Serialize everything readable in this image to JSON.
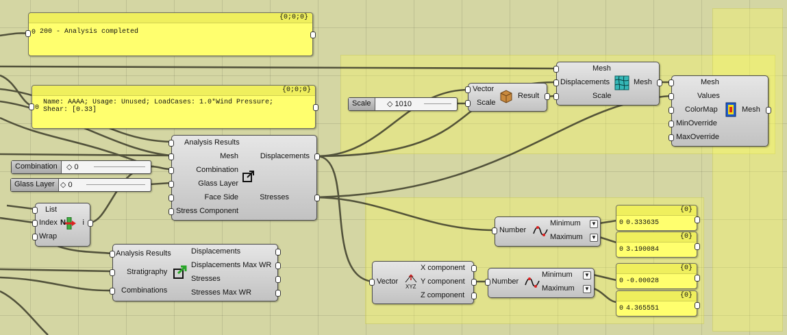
{
  "panels": {
    "status": {
      "header": "{0;0;0}",
      "index": "0",
      "text": "200 - Analysis completed"
    },
    "info": {
      "header": "{0;0;0}",
      "index": "0",
      "text": "Name: AAAA; Usage: Unused; LoadCases: 1.0*Wind Pressure;\nShear: [0.33]"
    },
    "min1": {
      "header": "{0}",
      "index": "0",
      "text": "0.333635"
    },
    "max1": {
      "header": "{0}",
      "index": "0",
      "text": "3.190084"
    },
    "min2": {
      "header": "{0}",
      "index": "0",
      "text": "-0.00028"
    },
    "max2": {
      "header": "{0}",
      "index": "0",
      "text": "4.365551"
    }
  },
  "sliders": {
    "scale": {
      "name": "Scale",
      "value": "1010"
    },
    "combination": {
      "name": "Combination",
      "value": "0"
    },
    "glass_layer": {
      "name": "Glass Layer",
      "value": "0"
    }
  },
  "results_comp": {
    "inputs": [
      "Analysis Results",
      "Mesh",
      "Combination",
      "Glass Layer",
      "Face Side",
      "Stress Component"
    ],
    "outputs": [
      "Displacements",
      "Stresses"
    ],
    "icon": "results-export-icon"
  },
  "list_comp": {
    "inputs": [
      "List",
      "Index",
      "Wrap"
    ],
    "output": "i",
    "icon": "list-item-icon",
    "icon_letter": "N"
  },
  "max_comp": {
    "inputs": [
      "Analysis Results",
      "Stratigraphy",
      "Combinations"
    ],
    "outputs": [
      "Displacements",
      "Displacements Max WR",
      "Stresses",
      "Stresses Max WR"
    ],
    "icon": "max-results-icon"
  },
  "amplitude_comp": {
    "inputs": [
      "Vector",
      "Scale"
    ],
    "output": "Result",
    "icon": "box-icon"
  },
  "deform_comp": {
    "inputs": [
      "Mesh",
      "Displacements",
      "Scale"
    ],
    "output": "Mesh",
    "icon": "mesh-deform-icon"
  },
  "color_comp": {
    "inputs": [
      "Mesh",
      "Values",
      "ColorMap",
      "MinOverride",
      "MaxOverride"
    ],
    "output": "Mesh",
    "icon": "colormap-icon"
  },
  "bounds1": {
    "input": "Number",
    "outputs": [
      "Minimum",
      "Maximum"
    ],
    "icon": "bounds-icon"
  },
  "bounds2": {
    "input": "Number",
    "outputs": [
      "Minimum",
      "Maximum"
    ],
    "icon": "bounds-icon"
  },
  "decompose": {
    "input": "Vector",
    "outputs": [
      "X component",
      "Y component",
      "Z component"
    ],
    "icon": "vector-decompose-icon",
    "icon_text": "XYZ"
  }
}
